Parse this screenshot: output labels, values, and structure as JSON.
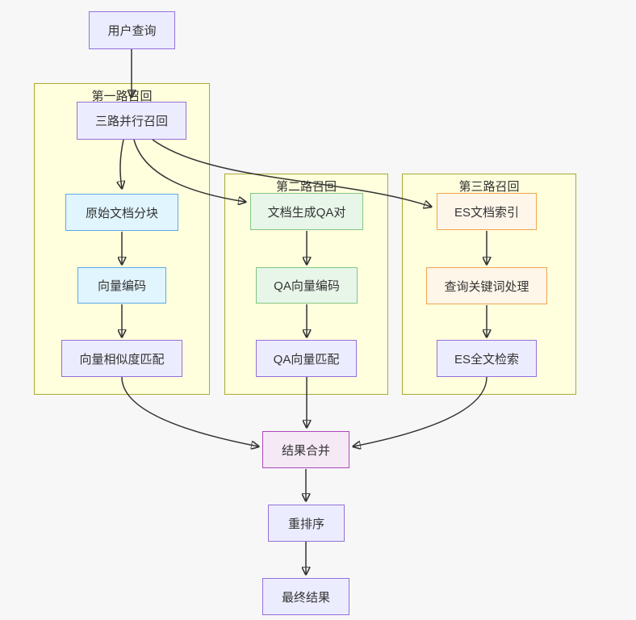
{
  "diagram_type": "flowchart",
  "colors": {
    "background": "#F7F7F7",
    "subgraph_fill": "#FFFFDE",
    "subgraph_border": "#AAAA33",
    "lavender_fill": "#ECECFF",
    "lavender_border": "#9370DB",
    "blue_fill": "#E1F5FE",
    "blue_border": "#5CA9E8",
    "green_fill": "#E8F5E9",
    "green_border": "#81C784",
    "orange_fill": "#FFF6EA",
    "orange_border": "#F0A44E",
    "pink_fill": "#F6E9F6",
    "pink_border": "#AB47BC",
    "edge": "#333333",
    "text": "#333333"
  },
  "subgraphs": [
    {
      "label": "第一路召回"
    },
    {
      "label": "第二路召回"
    },
    {
      "label": "第三路召回"
    }
  ],
  "nodes": {
    "user_query": {
      "label": "用户查询"
    },
    "parallel_recall": {
      "label": "三路并行召回"
    },
    "doc_chunk": {
      "label": "原始文档分块"
    },
    "vector_encode": {
      "label": "向量编码"
    },
    "vector_sim_match": {
      "label": "向量相似度匹配"
    },
    "doc_gen_qa": {
      "label": "文档生成QA对"
    },
    "qa_vector_encode": {
      "label": "QA向量编码"
    },
    "qa_vector_match": {
      "label": "QA向量匹配"
    },
    "es_doc_index": {
      "label": "ES文档索引"
    },
    "query_keyword": {
      "label": "查询关键词处理"
    },
    "es_fulltext": {
      "label": "ES全文检索"
    },
    "merge": {
      "label": "结果合并"
    },
    "rerank": {
      "label": "重排序"
    },
    "final": {
      "label": "最终结果"
    }
  },
  "edges": [
    {
      "from": "user_query",
      "to": "parallel_recall"
    },
    {
      "from": "parallel_recall",
      "to": "doc_chunk"
    },
    {
      "from": "parallel_recall",
      "to": "doc_gen_qa"
    },
    {
      "from": "parallel_recall",
      "to": "es_doc_index"
    },
    {
      "from": "doc_chunk",
      "to": "vector_encode"
    },
    {
      "from": "vector_encode",
      "to": "vector_sim_match"
    },
    {
      "from": "doc_gen_qa",
      "to": "qa_vector_encode"
    },
    {
      "from": "qa_vector_encode",
      "to": "qa_vector_match"
    },
    {
      "from": "es_doc_index",
      "to": "query_keyword"
    },
    {
      "from": "query_keyword",
      "to": "es_fulltext"
    },
    {
      "from": "vector_sim_match",
      "to": "merge"
    },
    {
      "from": "qa_vector_match",
      "to": "merge"
    },
    {
      "from": "es_fulltext",
      "to": "merge"
    },
    {
      "from": "merge",
      "to": "rerank"
    },
    {
      "from": "rerank",
      "to": "final"
    }
  ]
}
